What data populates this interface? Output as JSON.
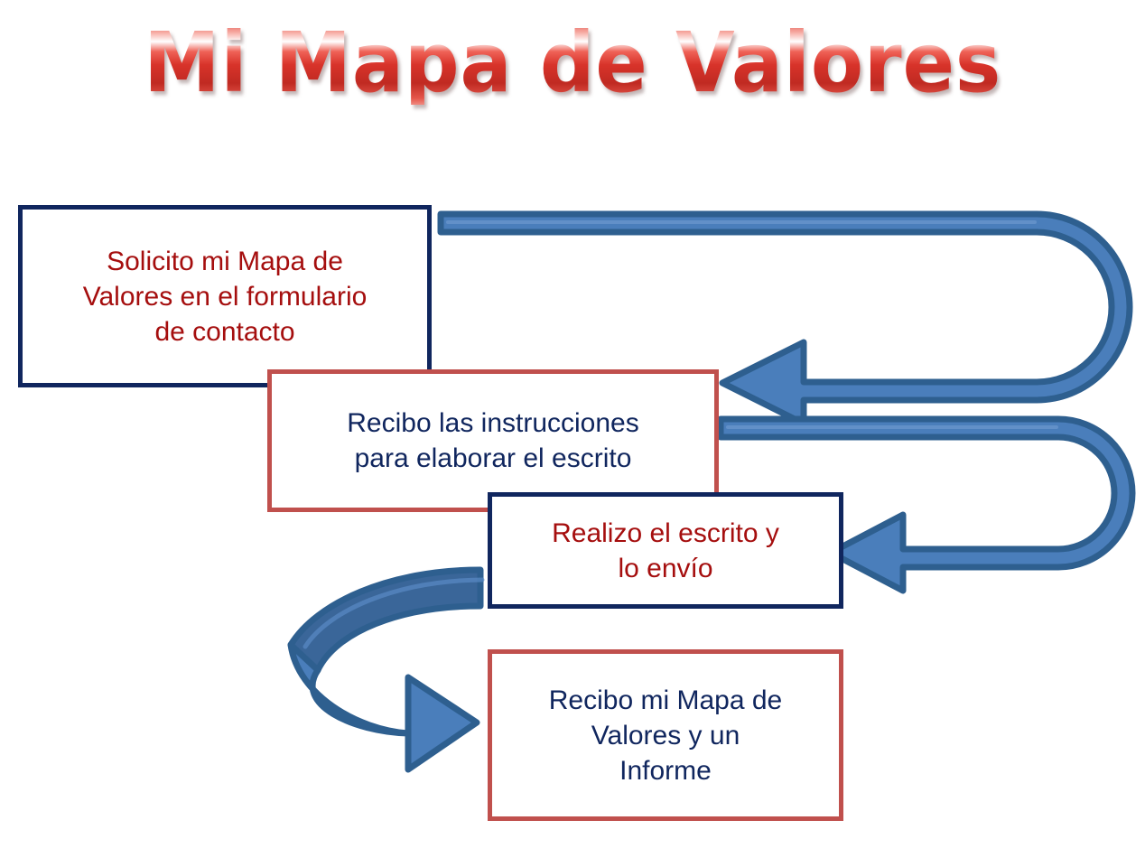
{
  "title": {
    "text": "Mi Mapa de Valores",
    "style": "wordart-red-bevel",
    "color": "#d8332a"
  },
  "colors": {
    "navy": "#10265e",
    "brick_red": "#c0504d",
    "dark_red_text": "#a50e0e",
    "arrow_fill": "#4a7ebb",
    "arrow_fill_dark": "#3a6699",
    "arrow_outline": "#2e5f8f",
    "background": "#ffffff"
  },
  "diagram": {
    "type": "process-flow",
    "steps": [
      {
        "id": "step-1",
        "text": "Solicito mi Mapa de\nValores en el formulario\nde contacto",
        "border_color": "#10265e",
        "text_color": "#a50e0e"
      },
      {
        "id": "step-2",
        "text": "Recibo las instrucciones\npara elaborar el escrito",
        "border_color": "#c0504d",
        "text_color": "#10265e"
      },
      {
        "id": "step-3",
        "text": "Realizo el escrito y\nlo envío",
        "border_color": "#10265e",
        "text_color": "#a50e0e"
      },
      {
        "id": "step-4",
        "text": "Recibo mi Mapa de\nValores y un\nInforme",
        "border_color": "#c0504d",
        "text_color": "#10265e"
      }
    ],
    "connectors": [
      {
        "id": "connector-1",
        "shape": "u-turn-arrow",
        "from": "step-1",
        "to": "step-2",
        "direction": "right-around-to-left"
      },
      {
        "id": "connector-2",
        "shape": "u-turn-arrow",
        "from": "step-2",
        "to": "step-3",
        "direction": "right-around-to-left"
      },
      {
        "id": "connector-3",
        "shape": "curved-ribbon-arrow",
        "from": "step-3",
        "to": "step-4",
        "direction": "left-around-to-right"
      }
    ]
  }
}
